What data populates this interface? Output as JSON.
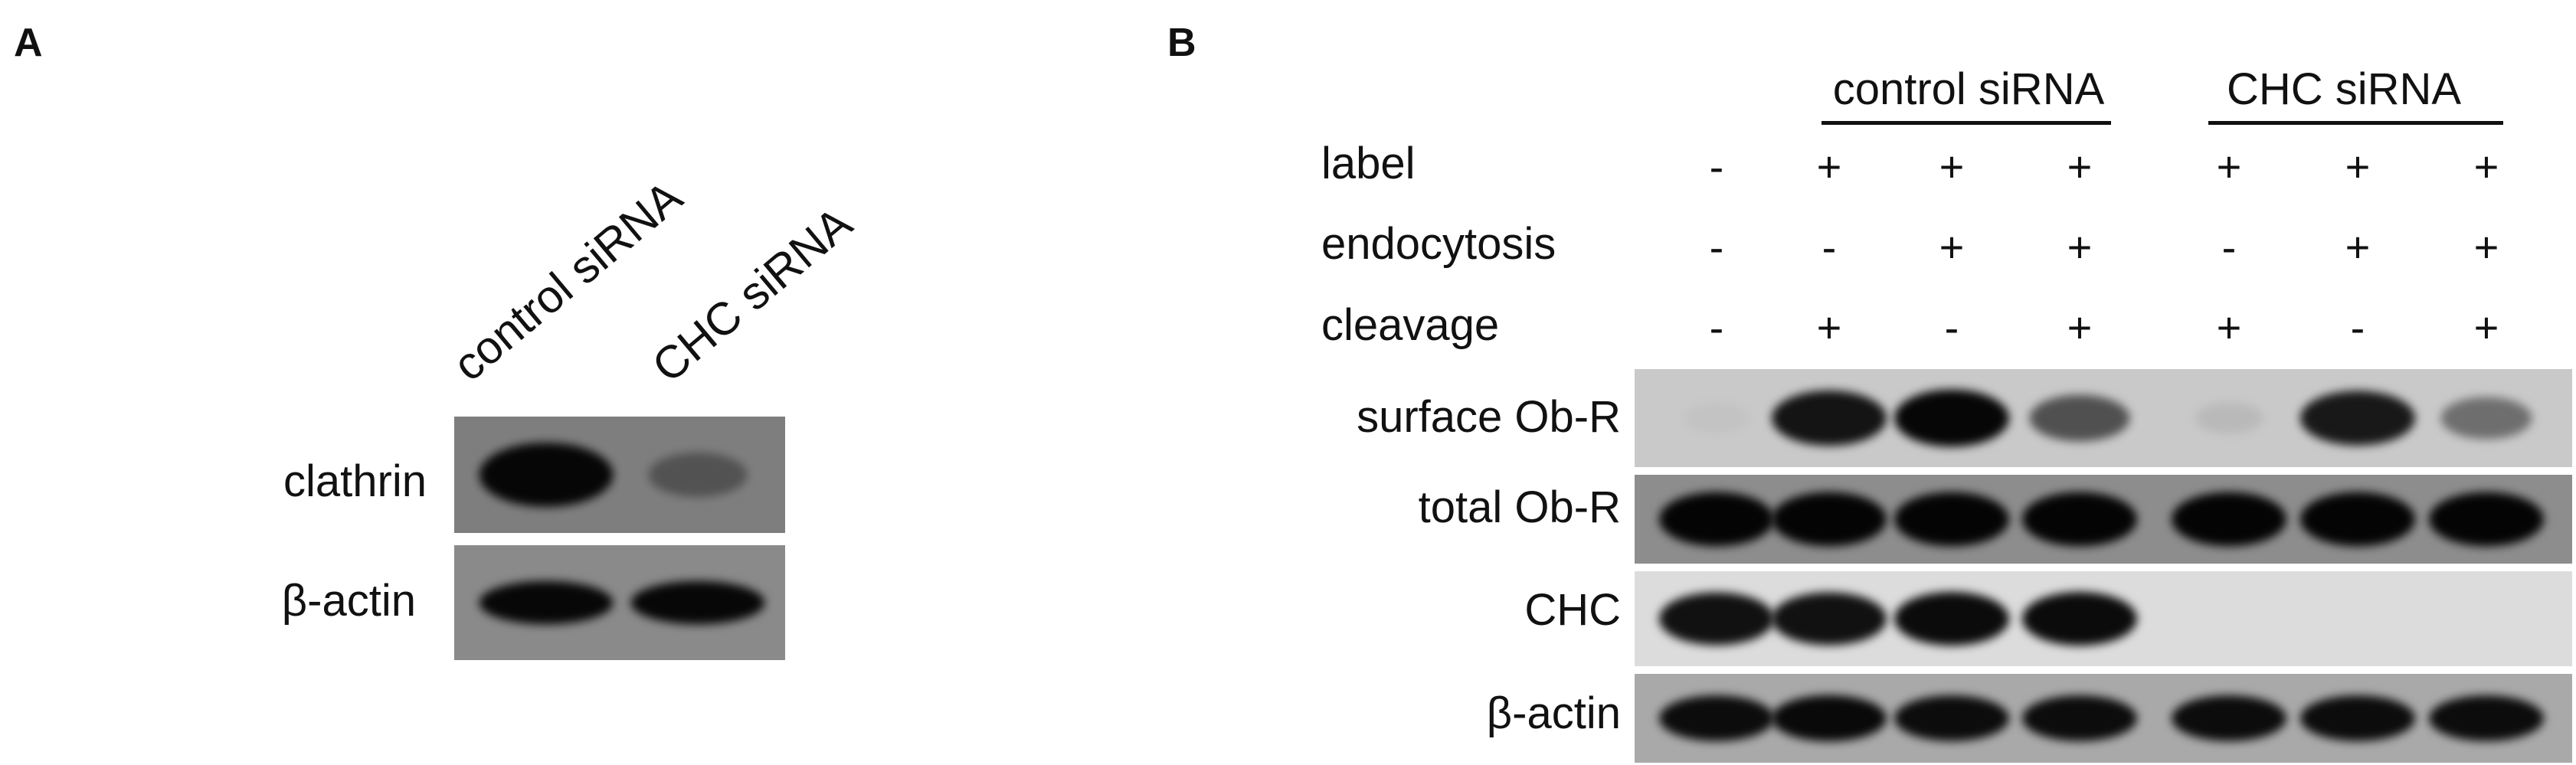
{
  "panel_a": {
    "letter": "A",
    "lane_labels": [
      "control siRNA",
      "CHC siRNA"
    ],
    "blots": [
      {
        "label": "clathrin",
        "background": "#7e7e7e",
        "bands": [
          0.95,
          0.35
        ]
      },
      {
        "label": "β-actin",
        "background": "#8a8a8a",
        "bands": [
          0.95,
          0.95
        ]
      }
    ]
  },
  "panel_b": {
    "letter": "B",
    "groups": [
      "control siRNA",
      "CHC siRNA"
    ],
    "conditions": [
      {
        "label": "label",
        "values": [
          "-",
          "+",
          "+",
          "+",
          "+",
          "+",
          "+"
        ]
      },
      {
        "label": "endocytosis",
        "values": [
          "-",
          "-",
          "+",
          "+",
          "-",
          "+",
          "+"
        ]
      },
      {
        "label": "cleavage",
        "values": [
          "-",
          "+",
          "-",
          "+",
          "+",
          "-",
          "+"
        ]
      }
    ],
    "blots": [
      {
        "label": "surface Ob-R",
        "background": "#c9c9c9",
        "bands": [
          0.03,
          0.9,
          0.97,
          0.6,
          0.08,
          0.88,
          0.45
        ]
      },
      {
        "label": "total Ob-R",
        "background": "#8d8d8d",
        "bands": [
          0.97,
          0.97,
          0.97,
          0.97,
          0.97,
          0.97,
          0.97
        ]
      },
      {
        "label": "CHC",
        "background": "#dcdcdc",
        "bands": [
          0.92,
          0.92,
          0.95,
          0.95,
          0.0,
          0.0,
          0.0
        ]
      },
      {
        "label": "β-actin",
        "background": "#a9a9a9",
        "bands": [
          0.93,
          0.95,
          0.93,
          0.93,
          0.93,
          0.93,
          0.93
        ]
      }
    ]
  }
}
